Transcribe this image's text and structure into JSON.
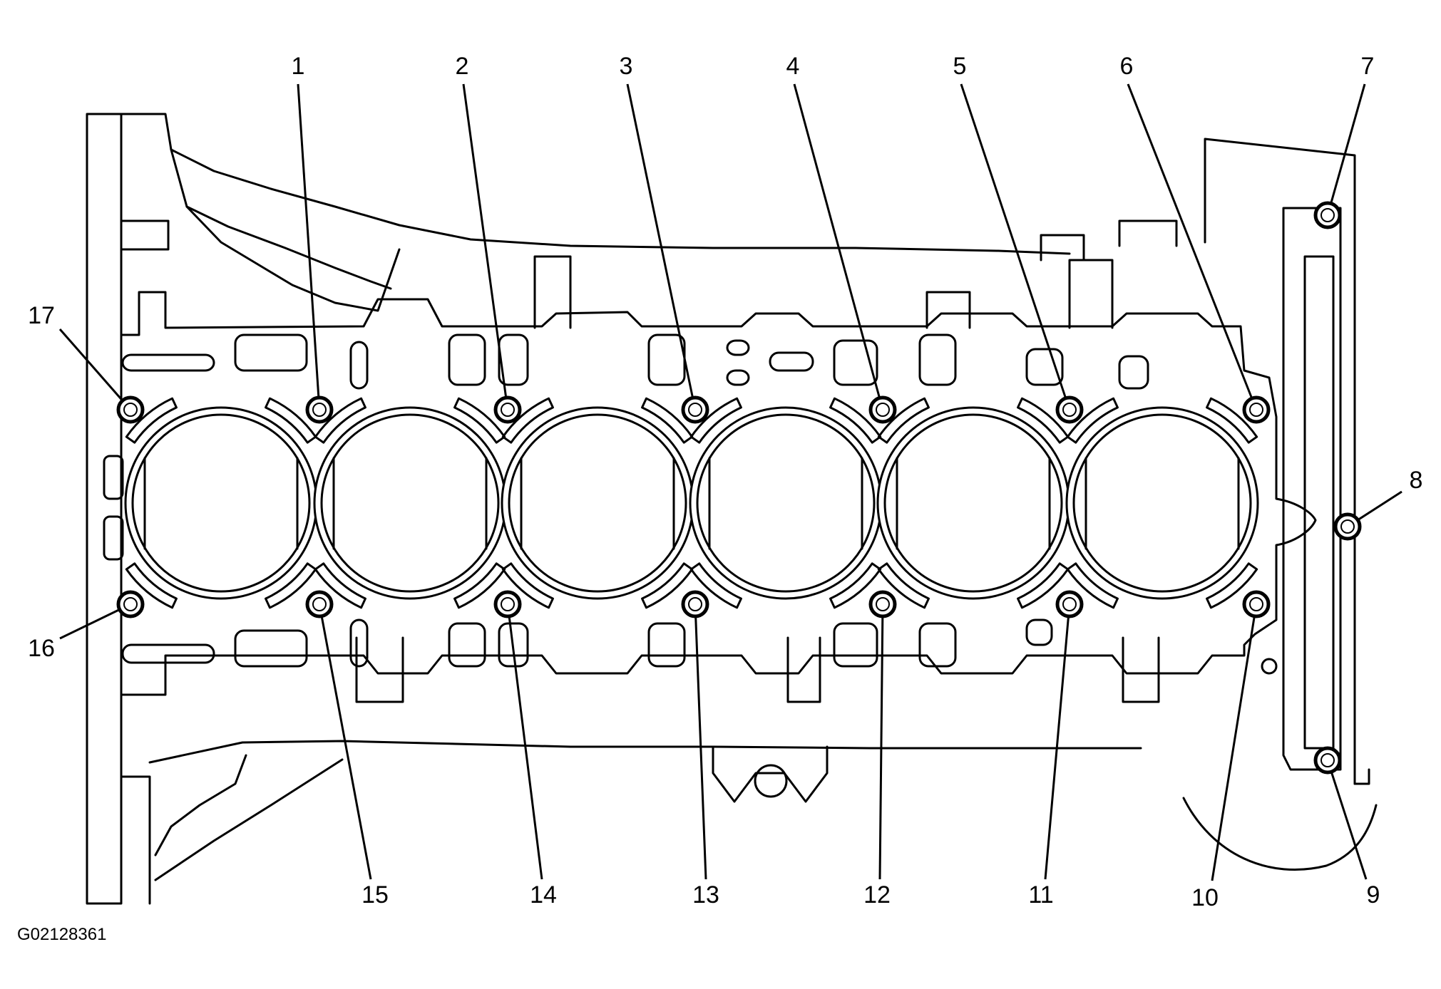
{
  "figure_id": "G02128361",
  "colors": {
    "background": "#ffffff",
    "line": "#000000"
  },
  "callouts": [
    {
      "label": "1"
    },
    {
      "label": "2"
    },
    {
      "label": "3"
    },
    {
      "label": "4"
    },
    {
      "label": "5"
    },
    {
      "label": "6"
    },
    {
      "label": "7"
    },
    {
      "label": "8"
    },
    {
      "label": "9"
    },
    {
      "label": "10"
    },
    {
      "label": "11"
    },
    {
      "label": "12"
    },
    {
      "label": "13"
    },
    {
      "label": "14"
    },
    {
      "label": "15"
    },
    {
      "label": "16"
    },
    {
      "label": "17"
    }
  ]
}
